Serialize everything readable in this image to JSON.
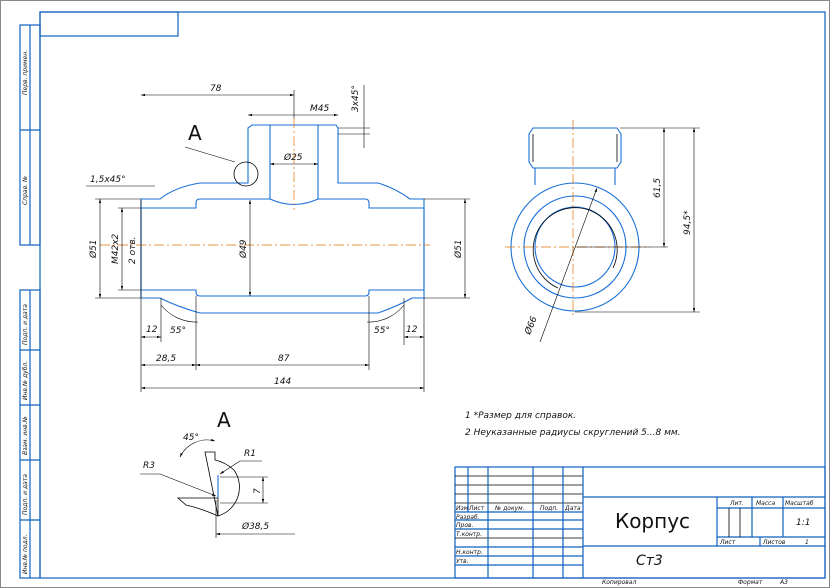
{
  "side_strip": {
    "top": [
      "Перв. примен.",
      "Справ. №"
    ],
    "bottom": [
      "Подп. и дата",
      "Инв.№ дубл.",
      "Взам. инв.№",
      "Подп. и дата",
      "Инв.№ подл."
    ]
  },
  "drawing": {
    "section_label": "А",
    "detail_title": "А",
    "dims": {
      "d78": "78",
      "m45": "M45",
      "ch3": "3x45°",
      "d25": "Ø25",
      "ch15": "1,5x45°",
      "d51l": "Ø51",
      "m42": "M42x2",
      "holes": "2 отв.",
      "d49": "Ø49",
      "d51r": "Ø51",
      "d12l": "12",
      "a55l": "55°",
      "a55r": "55°",
      "d12r": "12",
      "d285": "28,5",
      "d87": "87",
      "d144": "144",
      "d615": "61,5",
      "d945": "94,5*",
      "d66": "Ø66",
      "a45": "45°",
      "r1": "R1",
      "r3": "R3",
      "d7": "7",
      "d385": "Ø38,5"
    }
  },
  "notes": [
    "1  *Размер для справок.",
    "2  Неуказанные радиусы скруглений 5...8 мм."
  ],
  "title_block": {
    "rows": [
      "Изм",
      "Лист",
      "№ докум.",
      "Подп.",
      "Дата"
    ],
    "roles": [
      "Разраб.",
      "Пров.",
      "Т.контр.",
      "",
      "Н.контр.",
      "Утв."
    ],
    "name": "Корпус",
    "material": "Ст3",
    "lit": "Лит.",
    "mass": "Масса",
    "scale_label": "Масштаб",
    "scale": "1:1",
    "sheet": "Лист",
    "sheets": "Листов",
    "sheets_value": "1",
    "copied": "Копировал",
    "format_label": "Формат",
    "format": "A3"
  }
}
